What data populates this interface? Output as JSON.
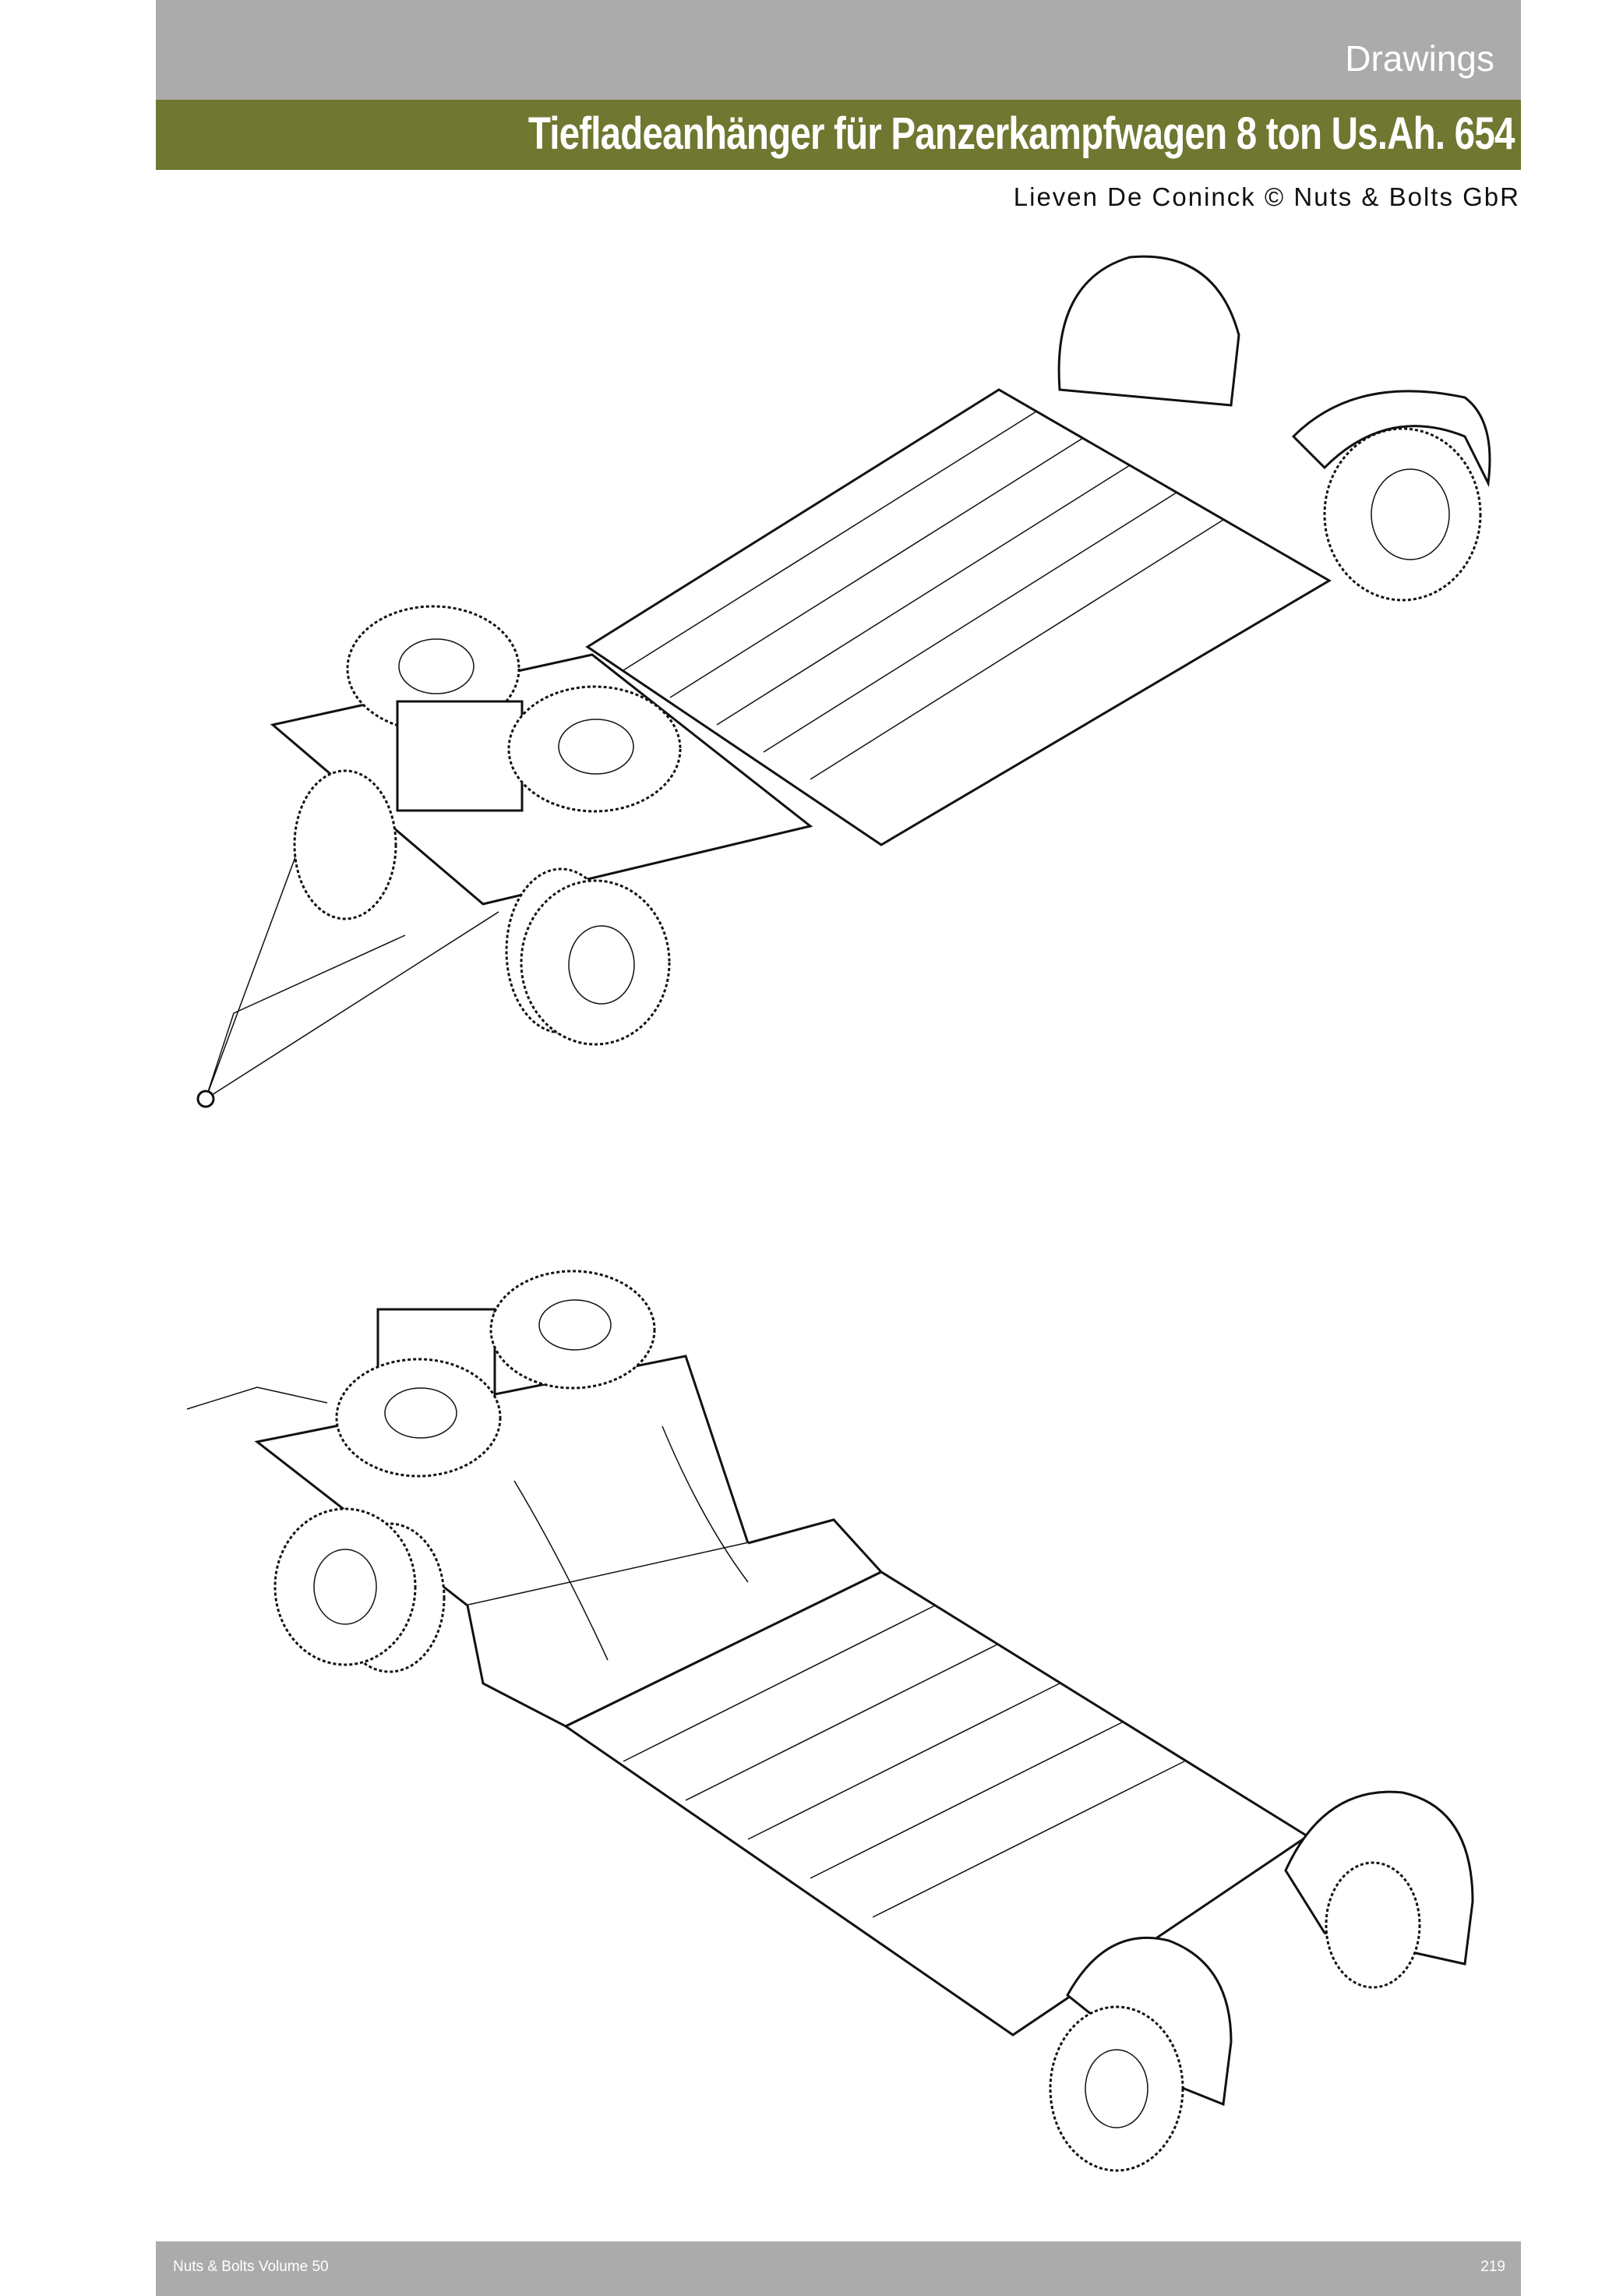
{
  "header": {
    "section": "Drawings",
    "title": "Tiefladeanhänger für Panzerkampfwagen 8 ton Us.Ah. 654",
    "credit": "Lieven De Coninck © Nuts & Bolts GbR"
  },
  "footer": {
    "publication": "Nuts & Bolts Volume 50",
    "page_number": "219"
  },
  "colors": {
    "header_gray": "#ababab",
    "title_green": "#6f7730"
  }
}
